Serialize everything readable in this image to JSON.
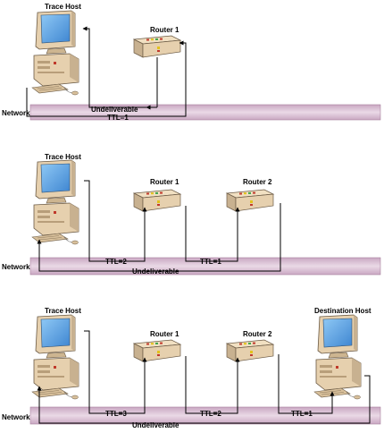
{
  "panels": [
    {
      "network_label": "Network",
      "trace_host_label": "Trace Host",
      "router1_label": "Router 1",
      "msg_ttl": "TTL=1",
      "msg_undeliverable": "Undeliverable"
    },
    {
      "network_label": "Network",
      "trace_host_label": "Trace Host",
      "router1_label": "Router 1",
      "router2_label": "Router 2",
      "msg_ttl_a": "TTL=2",
      "msg_ttl_b": "TTL=1",
      "msg_undeliverable": "Undeliverable"
    },
    {
      "network_label": "Network",
      "trace_host_label": "Trace Host",
      "router1_label": "Router 1",
      "router2_label": "Router 2",
      "dest_host_label": "Destination Host",
      "msg_ttl_a": "TTL=3",
      "msg_ttl_b": "TTL=2",
      "msg_ttl_c": "TTL=1",
      "msg_undeliverable": "Undeliverable"
    }
  ],
  "colors": {
    "network_band": "#d9bfd4",
    "network_band_edge": "#a9829f",
    "router_body": "#e8d2ad",
    "computer_body": "#e3ccaa",
    "screen": "#5aa6e6"
  }
}
